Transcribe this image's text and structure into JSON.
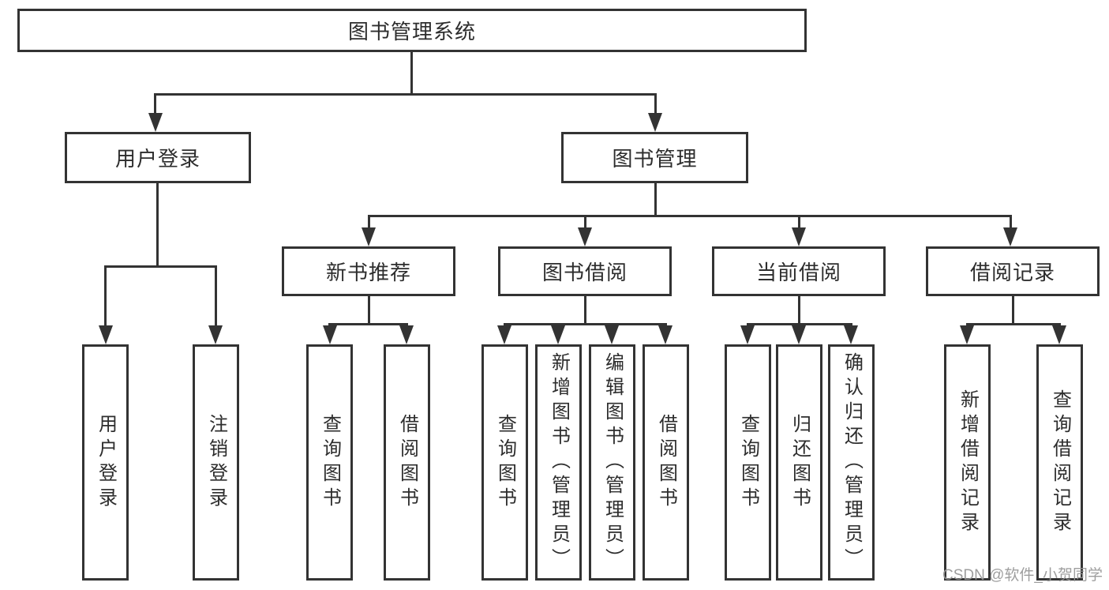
{
  "colors": {
    "line": "#333333",
    "box_background": "#ffffff",
    "text": "#2d2d2d",
    "watermark": "#969696",
    "page_background": "#ffffff"
  },
  "tree": {
    "root": "图书管理系统",
    "children": [
      {
        "label": "用户登录",
        "children": [
          "用户登录",
          "注销登录"
        ]
      },
      {
        "label": "图书管理",
        "children": [
          {
            "label": "新书推荐",
            "children": [
              "查询图书",
              "借阅图书"
            ]
          },
          {
            "label": "图书借阅",
            "children": [
              "查询图书",
              "新增图书（管理员）",
              "编辑图书（管理员）",
              "借阅图书"
            ]
          },
          {
            "label": "当前借阅",
            "children": [
              "查询图书",
              "归还图书",
              "确认归还（管理员）"
            ]
          },
          {
            "label": "借阅记录",
            "children": [
              "新增借阅记录",
              "查询借阅记录"
            ]
          }
        ]
      }
    ]
  },
  "watermark": {
    "text": "CSDN @软件_小贺同学"
  }
}
